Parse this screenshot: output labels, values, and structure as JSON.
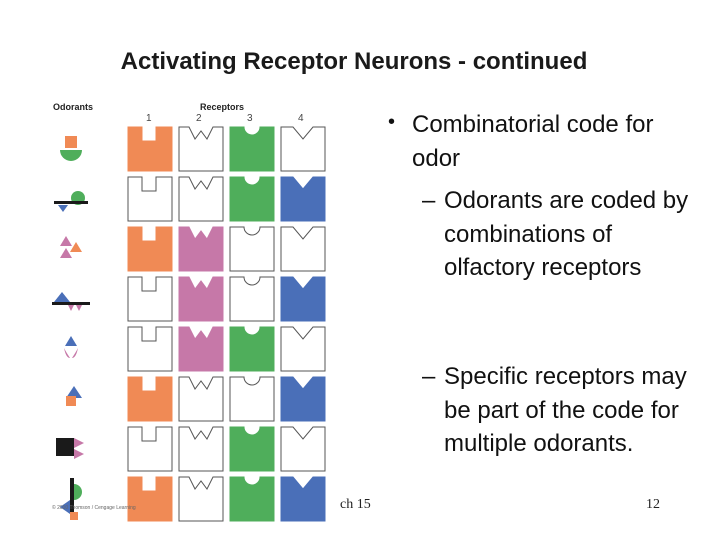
{
  "slide": {
    "title": "Activating Receptor Neurons - continued",
    "bullet_main": "Combinatorial code for odor",
    "sub_bullets": [
      "Odorants are coded by combinations of olfactory receptors",
      "Specific receptors may be part of the code for multiple odorants."
    ],
    "footer_center": "ch 15",
    "page_number": "12"
  },
  "figure": {
    "odorants_label": "Odorants",
    "receptors_label": "Receptors",
    "receptor_numbers": [
      "1",
      "2",
      "3",
      "4"
    ],
    "credit": "© 2010 Thomson / Cengage Learning",
    "colors": {
      "orange": "#f08a55",
      "pink": "#c678a8",
      "green": "#4fae5b",
      "blue": "#4a6fb8",
      "white": "#ffffff",
      "black": "#1a1a1a"
    },
    "grid": [
      [
        "orange",
        "white",
        "green",
        "white"
      ],
      [
        "white",
        "white",
        "green",
        "blue"
      ],
      [
        "orange",
        "pink",
        "white",
        "white"
      ],
      [
        "white",
        "pink",
        "white",
        "blue"
      ],
      [
        "white",
        "pink",
        "green",
        "white"
      ],
      [
        "orange",
        "white",
        "white",
        "blue"
      ],
      [
        "white",
        "white",
        "green",
        "white"
      ],
      [
        "orange",
        "white",
        "green",
        "blue"
      ]
    ],
    "odorant_icons": [
      "square-semicircle-icon",
      "triangle-bar-circle-icon",
      "double-triangle-icon",
      "triangle-bar-double-triangle-icon",
      "triangle-teardrop-icon",
      "triangle-square-icon",
      "square-double-triangle-icon",
      "vertical-bar-circle-triangle-icon"
    ]
  }
}
